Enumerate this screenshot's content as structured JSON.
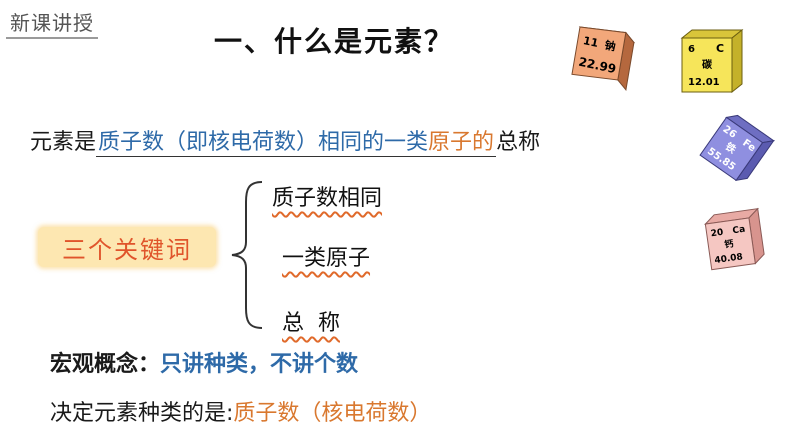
{
  "badge": "新课讲授",
  "title": "一、什么是元素？",
  "definition": {
    "prefix": "元素是",
    "fill_part1": "质子数（即核电荷数）相同的",
    "fill_part2": "一类",
    "fill_part3": "原子的",
    "suffix": "总称"
  },
  "keywords_label": "三个关键词",
  "keywords": [
    "质子数相同",
    "一类原子",
    "总  称"
  ],
  "summary": {
    "label": "宏观概念：",
    "text": "只讲种类，不讲个数"
  },
  "decide": {
    "label": "决定元素种类的是:",
    "answer": "质子数（核电荷数）"
  },
  "element_cubes": [
    {
      "number": "11",
      "name": "钠",
      "mass": "22.99",
      "color": "#f2a77a"
    },
    {
      "number": "6",
      "symbol": "C",
      "name": "碳",
      "mass": "12.01",
      "color": "#f6e55a"
    },
    {
      "number": "26",
      "symbol": "Fe",
      "name": "铁",
      "mass": "55.85",
      "color": "#8f8fe0"
    },
    {
      "number": "20",
      "symbol": "Ca",
      "name": "钙",
      "mass": "40.08",
      "color": "#f5c7c2"
    }
  ],
  "colors": {
    "blue_text": "#2e6aa8",
    "orange_text": "#d9782f",
    "keybox_bg": "#fde7b1",
    "keybox_text": "#e0542b",
    "wavy": "#e06a2b"
  }
}
